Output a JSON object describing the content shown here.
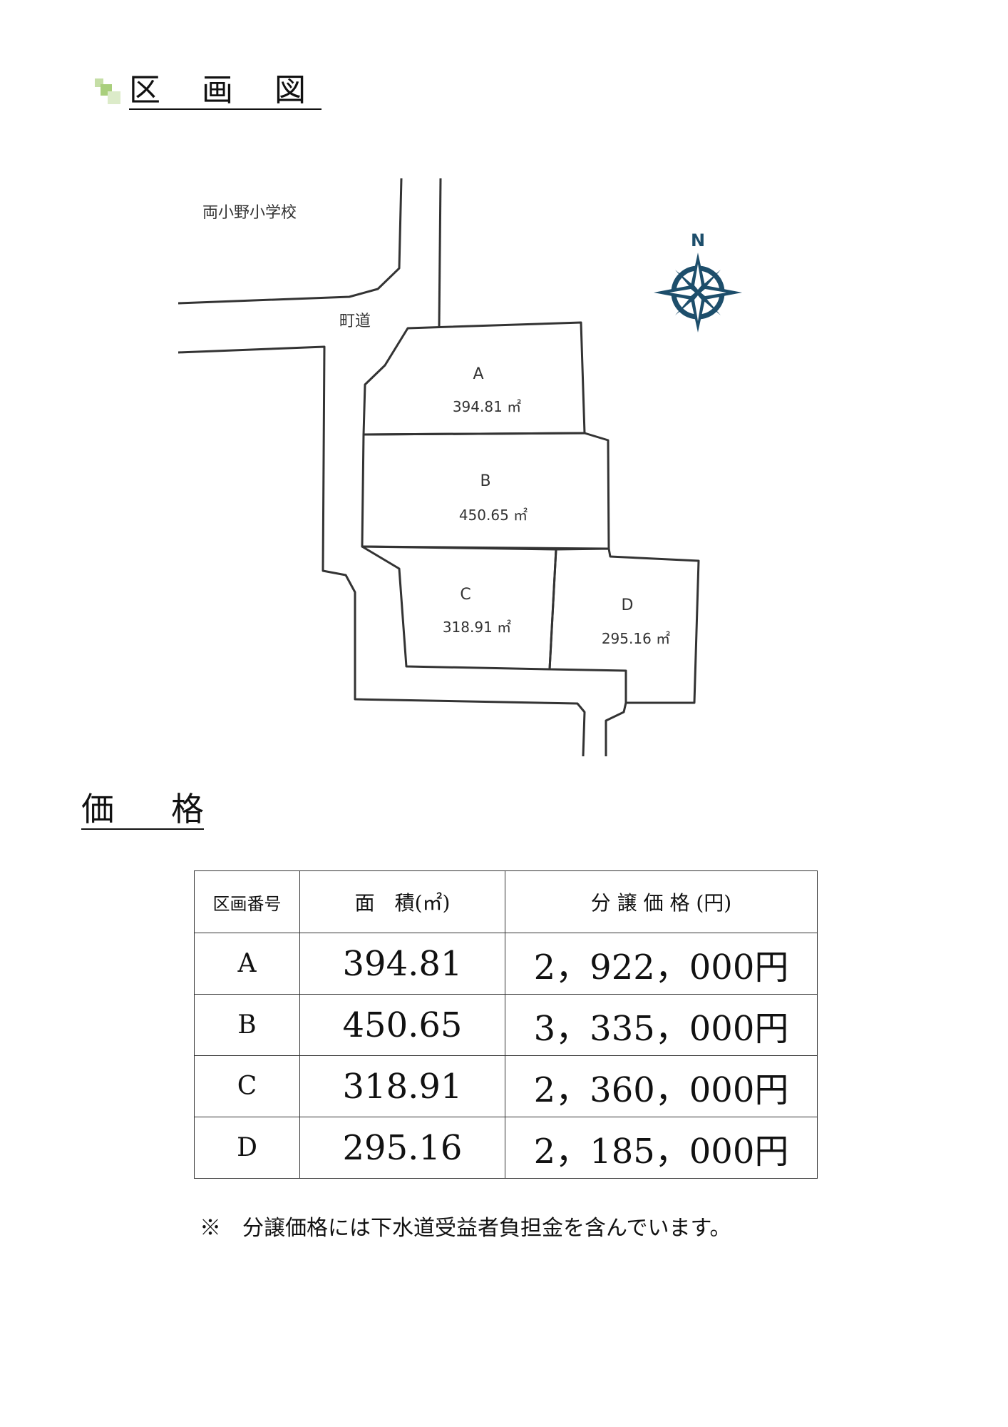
{
  "section1": {
    "title": "区 画 図"
  },
  "map": {
    "labels": {
      "school": "両小野小学校",
      "road": "町道",
      "north": "N"
    },
    "lots": [
      {
        "id": "A",
        "area": "394.81 ㎡"
      },
      {
        "id": "B",
        "area": "450.65 ㎡"
      },
      {
        "id": "C",
        "area": "318.91 ㎡"
      },
      {
        "id": "D",
        "area": "295.16 ㎡"
      }
    ],
    "colors": {
      "compass": "#1d4e6b",
      "lines": "#333333"
    }
  },
  "section2": {
    "title_part1": "価",
    "title_part2": "格"
  },
  "table": {
    "headers": [
      "区画番号",
      "面　積(㎡)",
      "分 譲 価 格 (円)"
    ],
    "rows": [
      {
        "id": "A",
        "area": "394.81",
        "price": "2，922，000円"
      },
      {
        "id": "B",
        "area": "450.65",
        "price": "3，335，000円"
      },
      {
        "id": "C",
        "area": "318.91",
        "price": "2，360，000円"
      },
      {
        "id": "D",
        "area": "295.16",
        "price": "2，185，000円"
      }
    ]
  },
  "note": "※　分譲価格には下水道受益者負担金を含んでいます。"
}
